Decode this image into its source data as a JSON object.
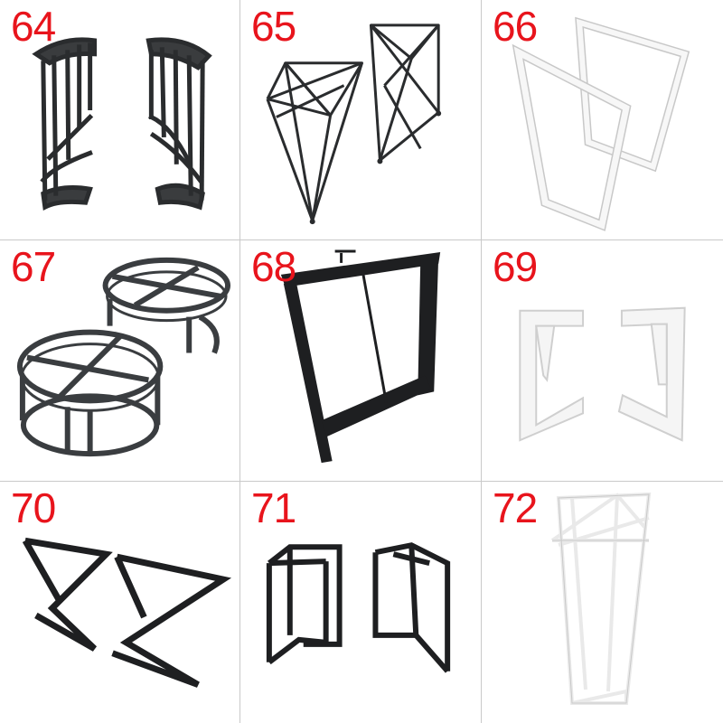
{
  "colors": {
    "label": "#e8141c",
    "dark_metal": "#2a2c2e",
    "white_metal": "#f4f4f4",
    "divider": "#c9c9c9"
  },
  "products": [
    {
      "number": "64",
      "finish": "dark"
    },
    {
      "number": "65",
      "finish": "dark"
    },
    {
      "number": "66",
      "finish": "white"
    },
    {
      "number": "67",
      "finish": "dark"
    },
    {
      "number": "68",
      "finish": "dark"
    },
    {
      "number": "69",
      "finish": "white"
    },
    {
      "number": "70",
      "finish": "dark"
    },
    {
      "number": "71",
      "finish": "dark"
    },
    {
      "number": "72",
      "finish": "white"
    }
  ]
}
